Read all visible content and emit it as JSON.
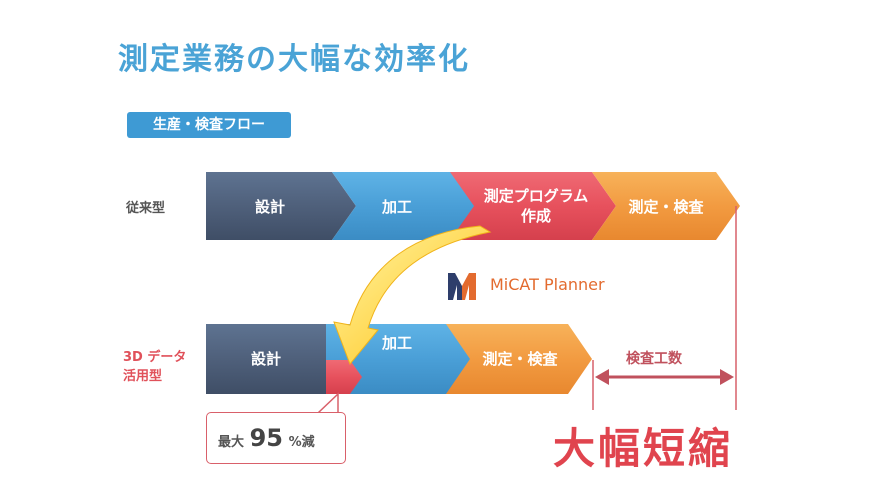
{
  "title": "測定業務の大幅な効率化",
  "flow_badge": "生産・検査フロー",
  "rows": {
    "conventional": {
      "label": "従来型",
      "steps": [
        "設計",
        "加工",
        "測定プログラム",
        "作成",
        "測定・検査"
      ]
    },
    "data3d": {
      "label_line1": "3D データ",
      "label_line2": "活用型",
      "steps": [
        "設計",
        "加工",
        "測定・検査"
      ]
    }
  },
  "product": {
    "name": "MiCAT Planner",
    "icon": "micat-m-logo-icon"
  },
  "inspection_label": "検査工数",
  "reduction": {
    "prefix": "最大",
    "value": "95",
    "suffix": "%減"
  },
  "result": "大幅短縮",
  "colors": {
    "design": "#4e5f78",
    "machining": "#4aa0d8",
    "program": "#e7505d",
    "inspection": "#f29a3f",
    "accent_blue": "#3e9ad4",
    "accent_red": "#e0444e"
  }
}
